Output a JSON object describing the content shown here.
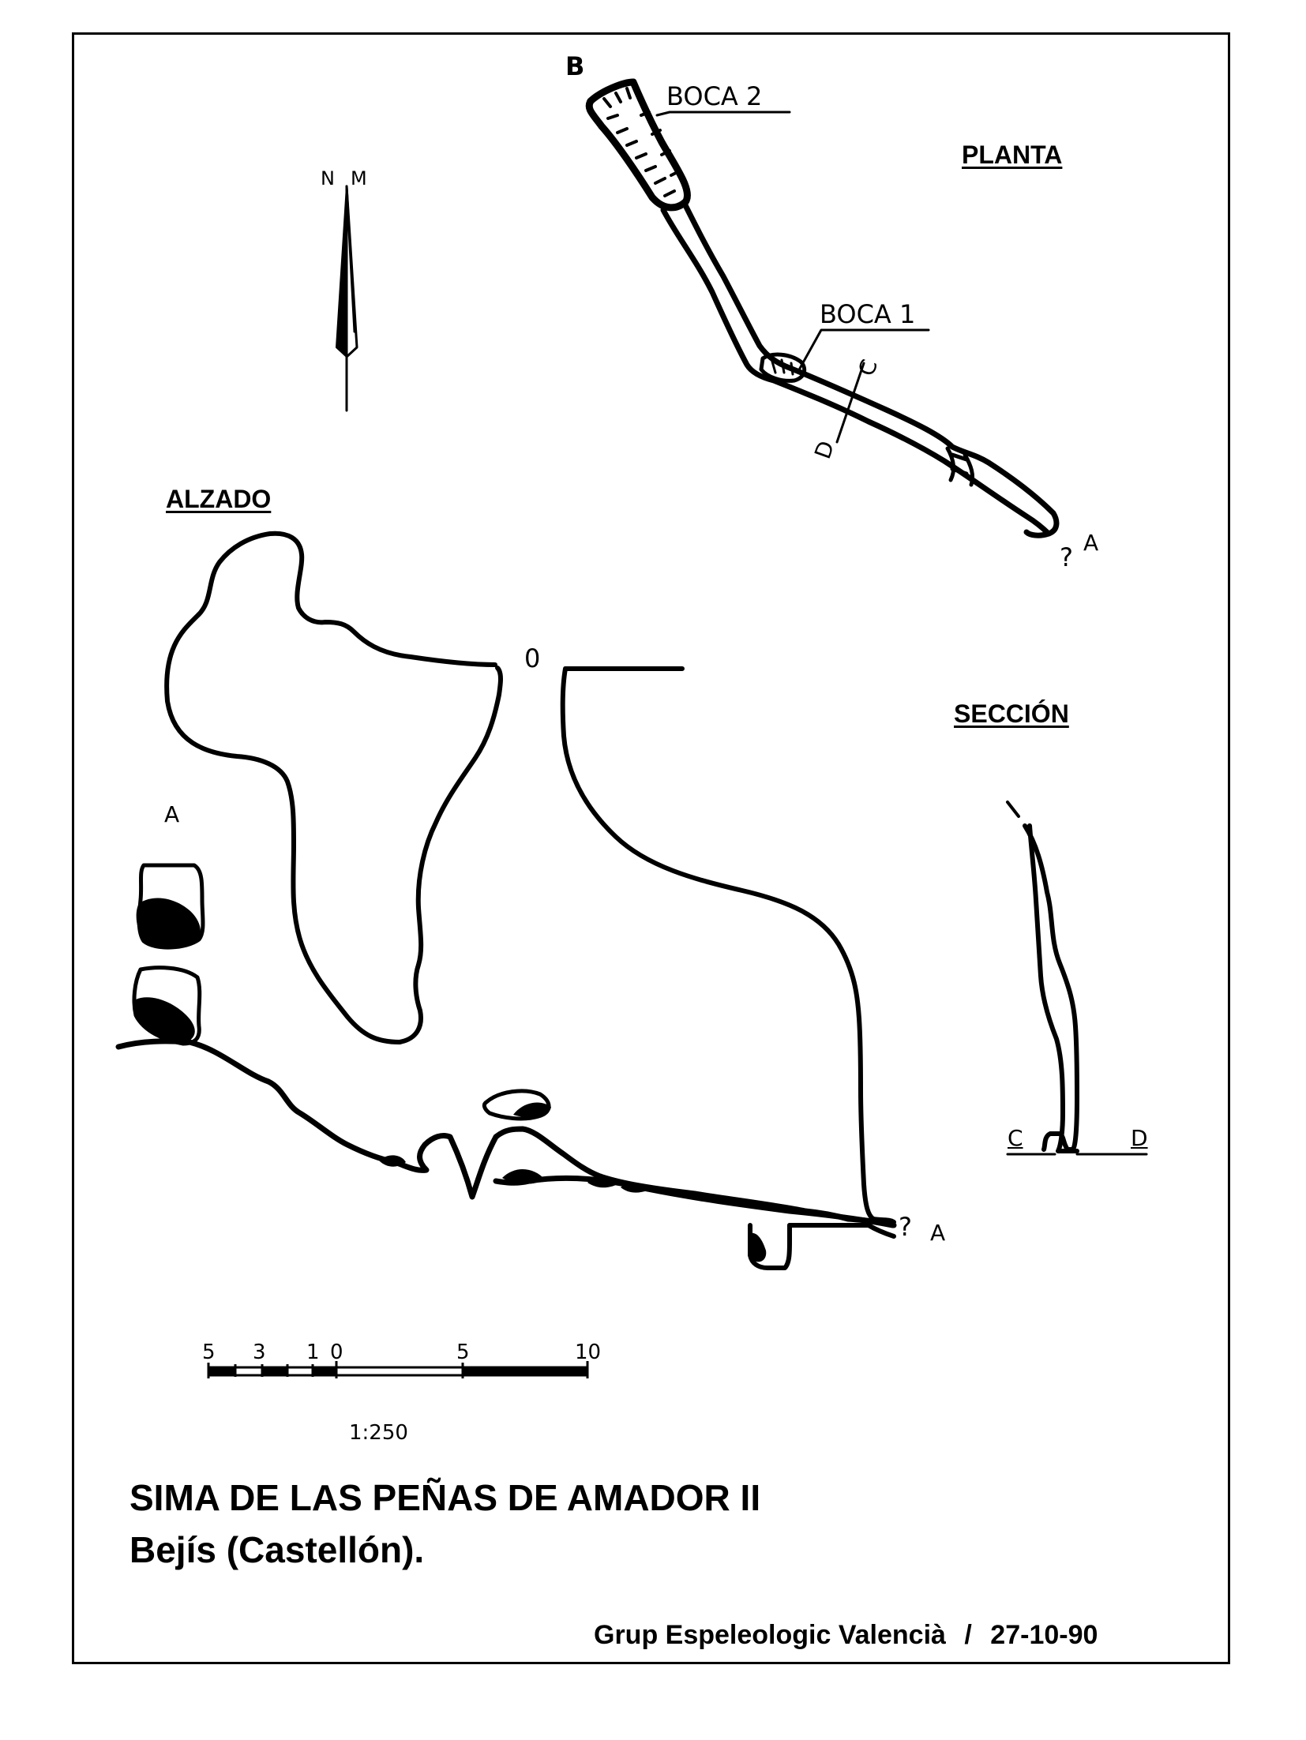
{
  "views": {
    "plan_label": "PLANTA",
    "elevation_label": "ALZADO",
    "section_label": "SECCIÓN"
  },
  "plan": {
    "point_b": "B",
    "entrance_2": "BOCA 2",
    "entrance_1": "BOCA 1",
    "cut_c": "C",
    "cut_d": "D",
    "end_question": "?",
    "point_a": "A"
  },
  "north_arrow": {
    "n": "N",
    "m": "M"
  },
  "elevation": {
    "zero": "0",
    "point_a": "A",
    "end_question": "?",
    "end_a": "A"
  },
  "section": {
    "c": "C",
    "d": "D"
  },
  "scale_bar": {
    "ticks": [
      "5",
      "3",
      "1",
      "0",
      "5",
      "10"
    ],
    "ratio": "1:250"
  },
  "title": {
    "name": "SIMA DE LAS PEÑAS DE AMADOR II",
    "location": "Bejís (Castellón)."
  },
  "credit": {
    "group": "Grup Espeleologic Valencià",
    "separator": "/",
    "date": "27-10-90"
  }
}
